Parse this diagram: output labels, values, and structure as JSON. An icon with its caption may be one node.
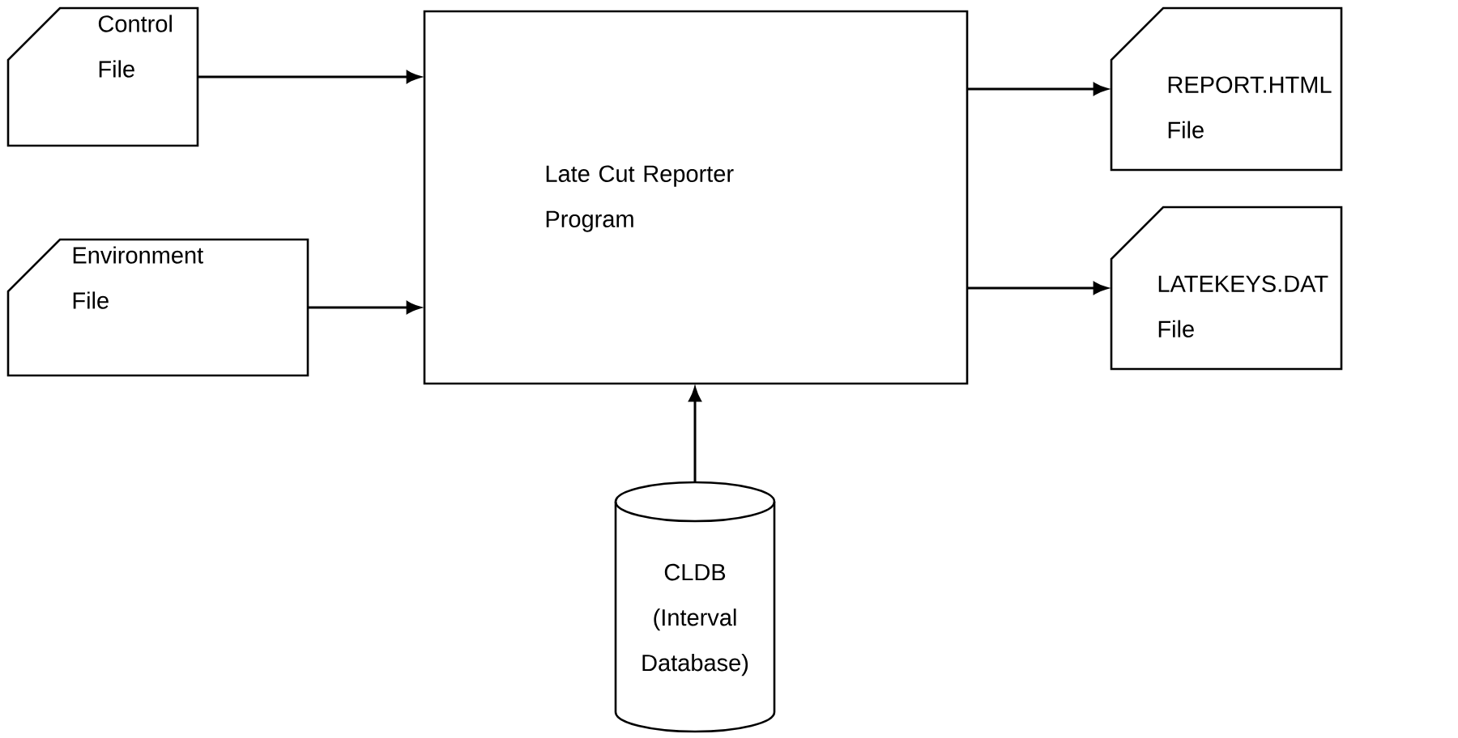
{
  "diagram": {
    "nodes": [
      {
        "text": [
          "Control File"
        ]
      },
      {
        "text": [
          "Environment File"
        ]
      },
      {
        "text": [
          "Late Cut Reporter Program"
        ]
      },
      {
        "text": [
          "REPORT.HTML File"
        ]
      },
      {
        "text": [
          "LATEKEYS.DAT File"
        ]
      },
      {
        "text": [
          "CLDB (Interval Database)"
        ]
      }
    ],
    "edges": [
      {
        "from": 0,
        "to": 2,
        "arrow": "to"
      },
      {
        "from": 1,
        "to": 2,
        "arrow": "to"
      },
      {
        "from": 2,
        "to": 3,
        "arrow": "to"
      },
      {
        "from": 2,
        "to": 4,
        "arrow": "to"
      },
      {
        "from": 5,
        "to": 2,
        "arrow": "to"
      }
    ]
  }
}
